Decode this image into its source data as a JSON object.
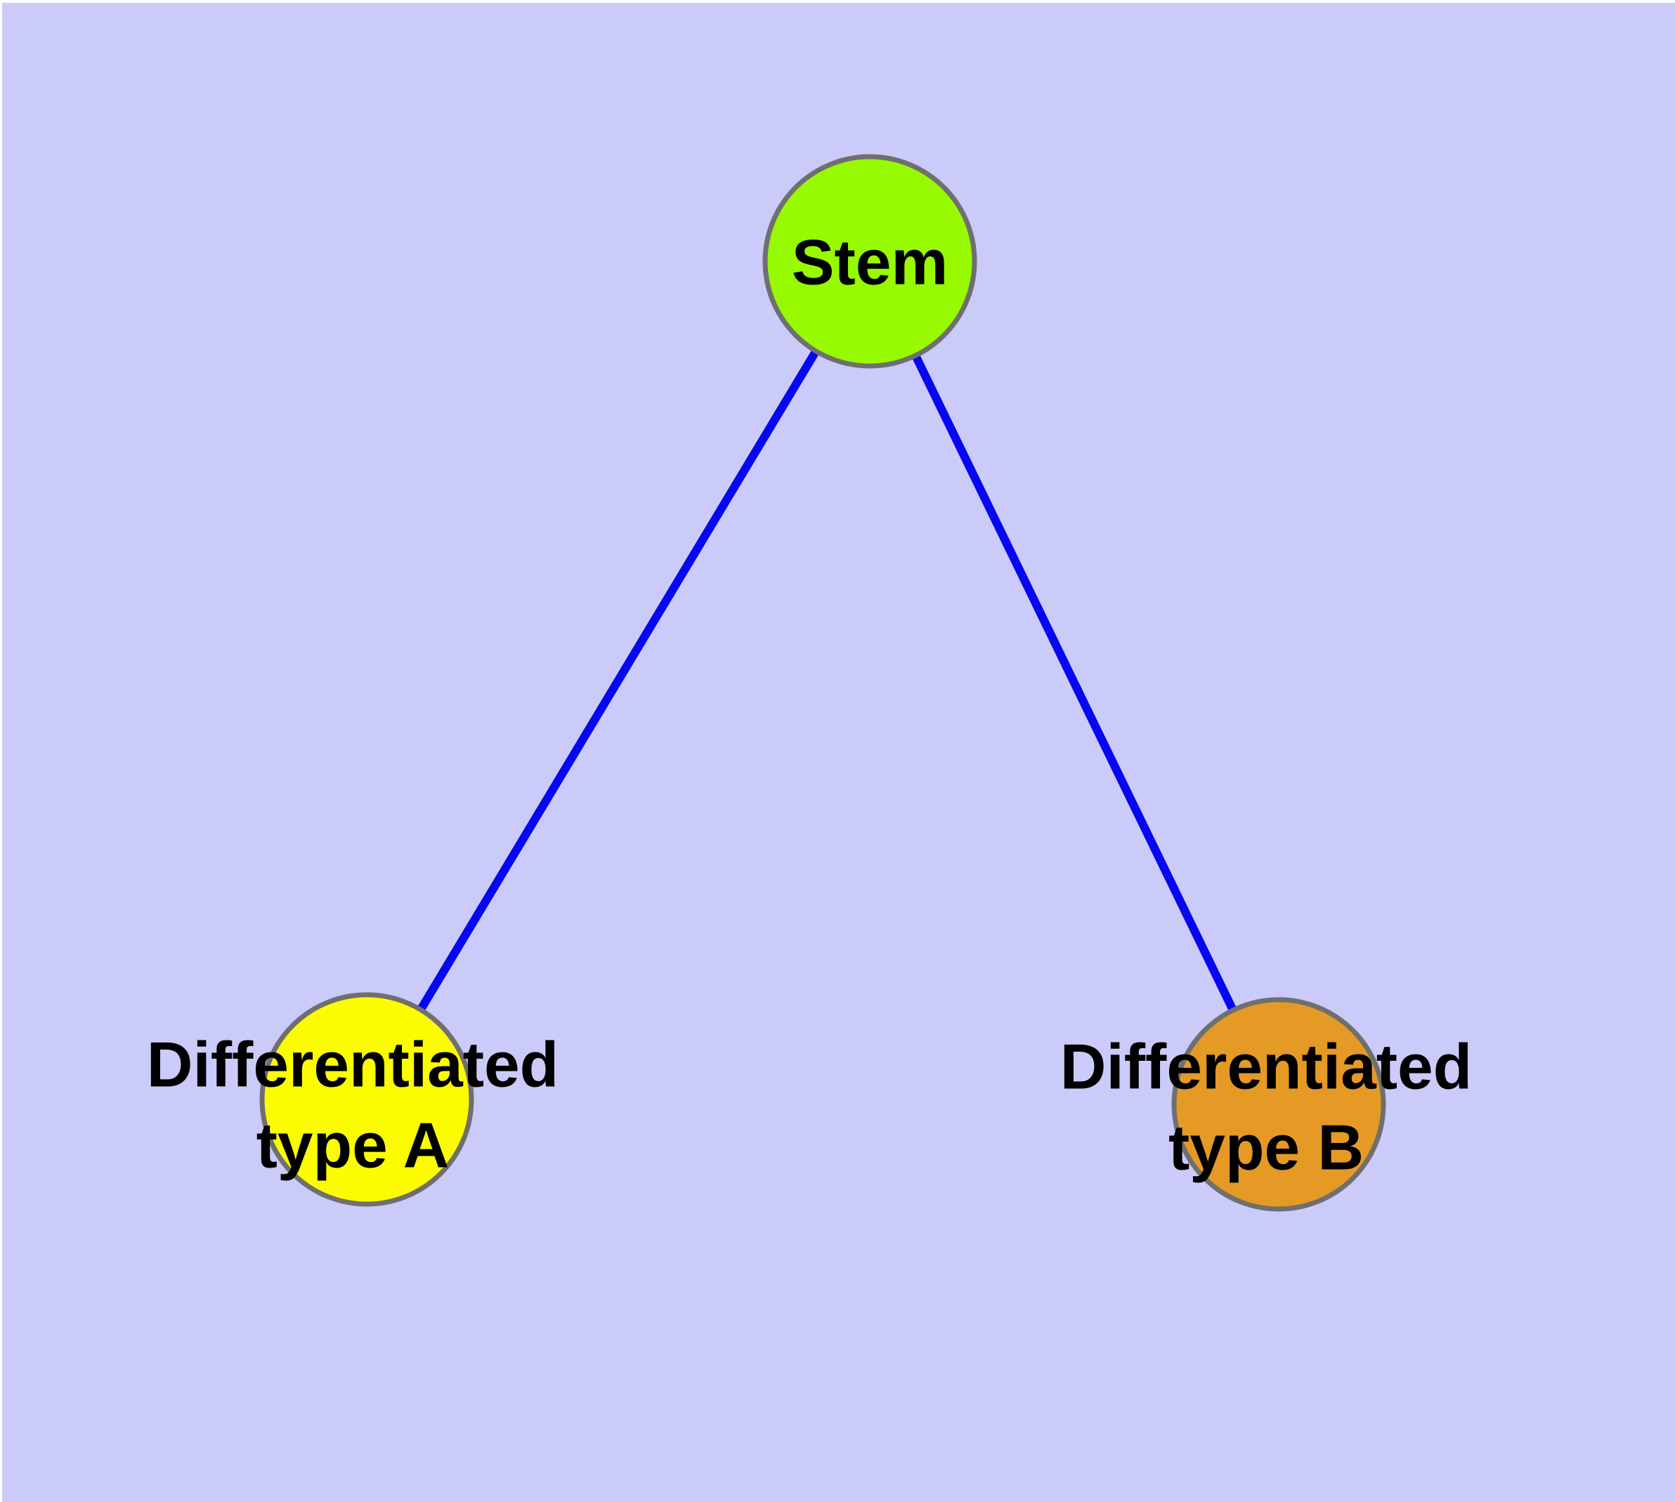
{
  "diagram": {
    "type": "graph",
    "description": "Stem cell differentiation diagram: one stem node branching to two differentiated cell types",
    "background_color": "#CBCBFA",
    "page_margin_color": "#FFFFFF",
    "node_border_color": "#6F6F6F",
    "edge_color": "#0606F2",
    "label_color": "#000000",
    "nodes": {
      "stem": {
        "label": "Stem",
        "fill": "#97FA00"
      },
      "type_a": {
        "label_line1": "Differentiated",
        "label_line2": "type A",
        "fill": "#FCFC00"
      },
      "type_b": {
        "label_line1": "Differentiated",
        "label_line2": "type B",
        "fill": "#E59A25"
      }
    },
    "edges": [
      {
        "from": "stem",
        "to": "type_a"
      },
      {
        "from": "stem",
        "to": "type_b"
      }
    ]
  }
}
